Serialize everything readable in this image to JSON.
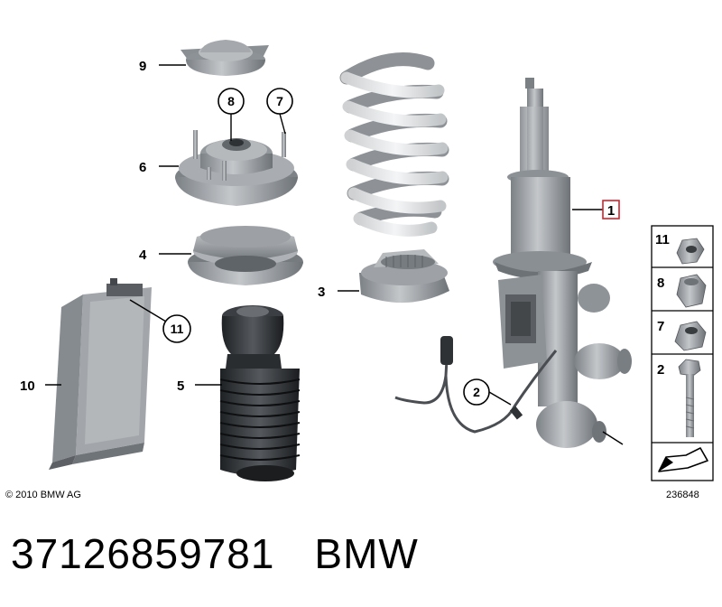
{
  "diagram": {
    "callouts": {
      "c1": "1",
      "c2": "2",
      "c3": "3",
      "c4": "4",
      "c5": "5",
      "c6": "6",
      "c7": "7",
      "c8": "8",
      "c9": "9",
      "c10": "10",
      "c11": "11"
    },
    "legend": {
      "l11": "11",
      "l8": "8",
      "l7": "7",
      "l2": "2"
    },
    "highlight_color": "#d9202a",
    "part_color": "#9a9ea2",
    "spring_color": "#e8e9ea"
  },
  "footer": {
    "copyright": "© 2010 BMW AG",
    "reference_id": "236848",
    "part_number": "37126859781",
    "brand": "BMW"
  }
}
